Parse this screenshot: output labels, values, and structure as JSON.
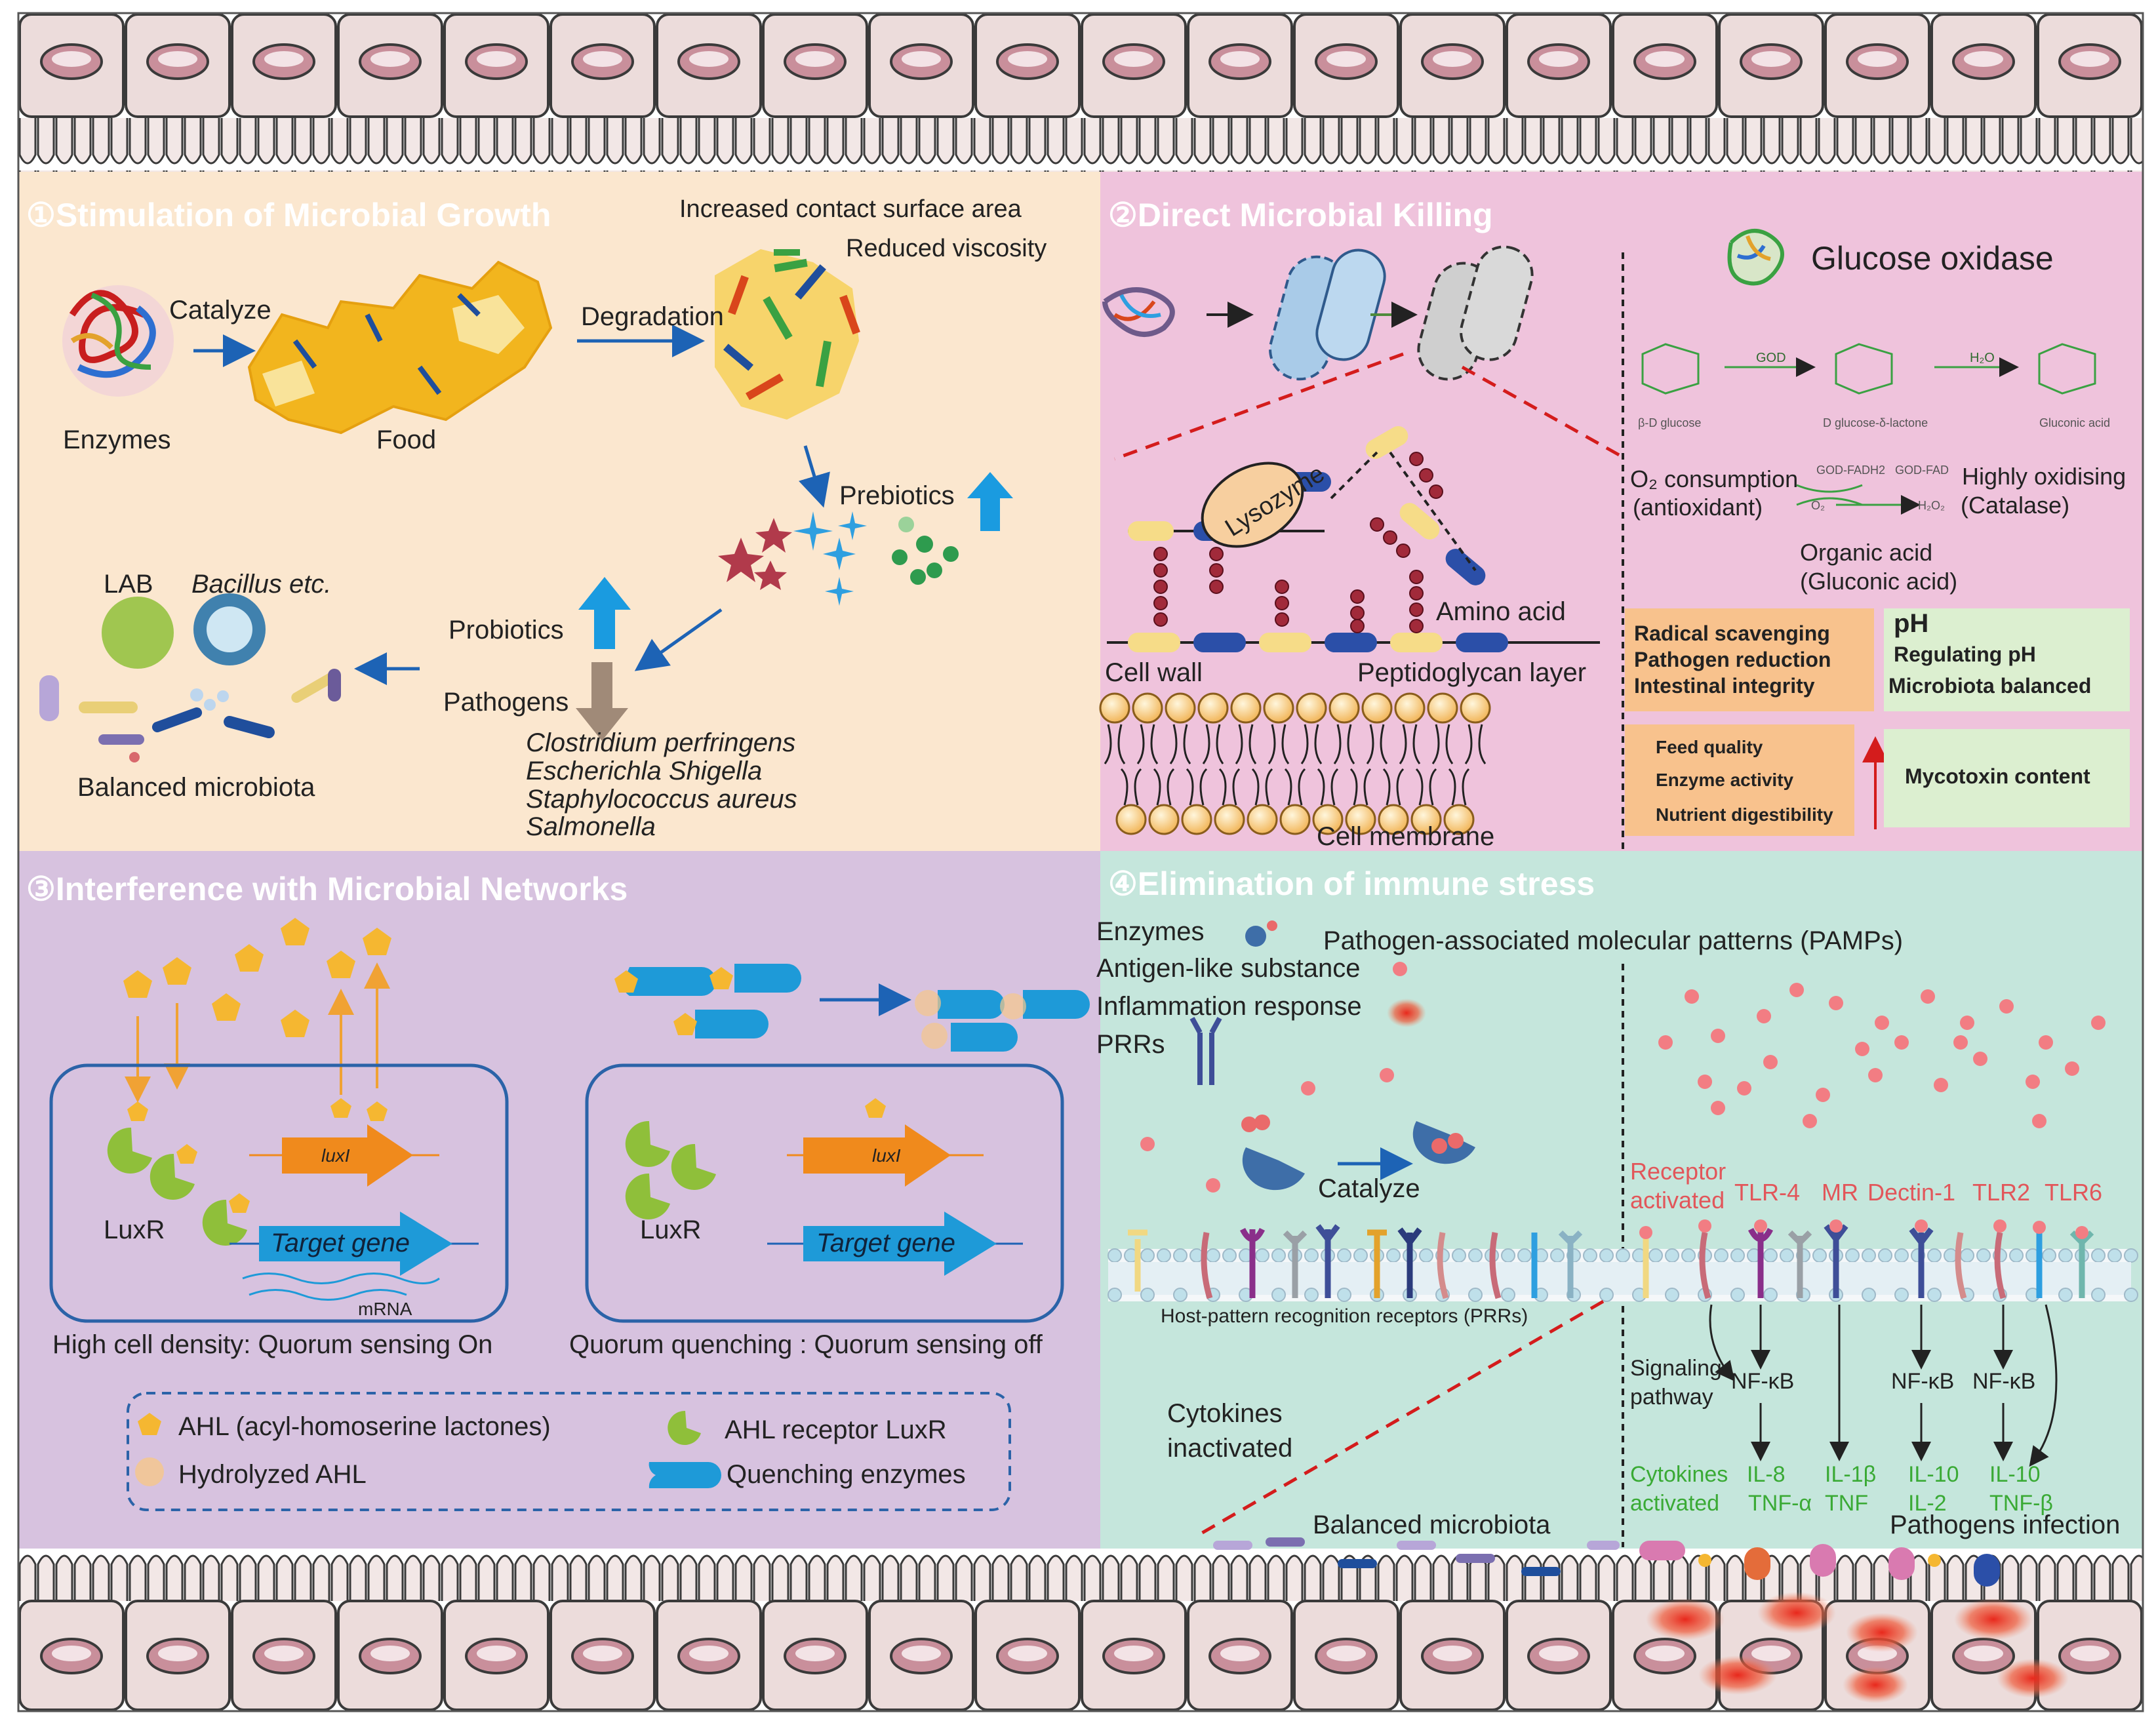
{
  "colors": {
    "panel1_bg": "#fbe7cf",
    "panel2_bg": "#efc3dc",
    "panel3_bg": "#d7c2df",
    "panel4_bg": "#c5e6dc",
    "epithelium": "#e9d6d5",
    "cell_border": "#3a3a3a",
    "nucleus": "#c58b96",
    "accent_blue": "#1a7ad4",
    "cytokine_green": "#3aaa35",
    "receptor_red": "#e2565a",
    "orange_box": "#f8c28d",
    "green_box": "#dcefd0"
  },
  "panel1": {
    "title": "①Stimulation of Microbial Growth",
    "enzymes": "Enzymes",
    "catalyze": "Catalyze",
    "food": "Food",
    "degradation": "Degradation",
    "contact": "Increased contact surface area",
    "viscosity": "Reduced viscosity",
    "prebiotics": "Prebiotics",
    "probiotics": "Probiotics",
    "pathogens": "Pathogens",
    "lab": "LAB",
    "bacillus": "Bacillus  etc.",
    "balanced": "Balanced microbiota",
    "pathogen_list": [
      "Clostridium perfringens",
      "Escherichla Shigella",
      "Staphylococcus aureus",
      "Salmonella"
    ]
  },
  "panel2": {
    "title": "②Direct Microbial Killing",
    "lysozyme": "Lysozyme",
    "amino_acid": "Amino acid",
    "cell_wall": "Cell wall",
    "peptidoglycan": "Peptidoglycan layer",
    "cell_membrane": "Cell membrane",
    "glucose_oxidase": "Glucose oxidase",
    "chem": {
      "god": "GOD",
      "h2o": "H₂O",
      "bdglucose": "β-D glucose",
      "lactone": "D glucose-δ-lactone",
      "gluconic": "Gluconic acid",
      "godfadh2": "GOD-FADH2",
      "godfad": "GOD-FAD",
      "o2": "O₂",
      "h2o2": "H₂O₂"
    },
    "o2_consumption": "O₂ consumption",
    "antioxidant": "(antioxidant)",
    "highly_oxidising": "Highly oxidising",
    "catalase": "(Catalase)",
    "organic_acid": "Organic acid",
    "gluconic_acid": "(Gluconic acid)",
    "box1": [
      "Radical scavenging",
      "Pathogen reduction",
      "Intestinal integrity"
    ],
    "box2_ph": "pH",
    "box2": [
      "Regulating pH",
      "Microbiota balanced"
    ],
    "box3": [
      "Feed quality",
      "Enzyme activity",
      "Nutrient digestibility"
    ],
    "box4": "Mycotoxin content"
  },
  "panel3": {
    "title": "③Interference with Microbial Networks",
    "luxi": "luxI",
    "luxr": "LuxR",
    "target_gene": "Target gene",
    "mrna": "mRNA",
    "caption_on": "High cell density: Quorum sensing On",
    "caption_off": "Quorum quenching : Quorum sensing off",
    "legend": {
      "ahl": "AHL (acyl-homoserine lactones)",
      "hydrolyzed": "Hydrolyzed AHL",
      "receptor": "AHL receptor LuxR",
      "quenching": "Quenching enzymes"
    }
  },
  "panel4": {
    "title": "④Elimination of immune stress",
    "enzymes": "Enzymes",
    "antigen": "Antigen-like substance",
    "inflammation": "Inflammation response",
    "prrs": "PRRs",
    "pamps": "Pathogen-associated molecular patterns (PAMPs)",
    "catalyze": "Catalyze",
    "receptor_activated": [
      "Receptor",
      "activated"
    ],
    "receptors": [
      "TLR-4",
      "MR",
      "Dectin-1",
      "TLR2",
      "TLR6"
    ],
    "host_prrs": "Host-pattern recognition receptors (PRRs)",
    "signaling": [
      "Signaling",
      "pathway"
    ],
    "nfkb": "NF-κB",
    "cytokines_inactivated": [
      "Cytokines",
      "inactivated"
    ],
    "cytokines_activated": [
      "Cytokines",
      "activated"
    ],
    "cyto1": [
      "IL-8",
      "TNF-α"
    ],
    "cyto2": [
      "IL-1β",
      "TNF"
    ],
    "cyto3": [
      "IL-10",
      "IL-2"
    ],
    "cyto4": [
      "IL-10",
      "TNF-β"
    ],
    "balanced": "Balanced microbiota",
    "pathogens_infection": "Pathogens infection"
  }
}
